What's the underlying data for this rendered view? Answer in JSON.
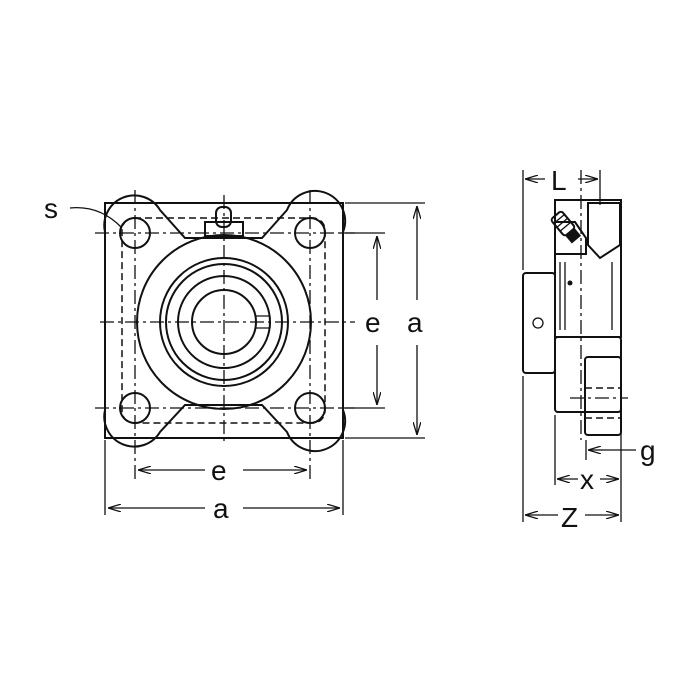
{
  "labels": {
    "bolt_hole": "s",
    "front_bolt_spacing_vertical": "e",
    "front_height": "a",
    "front_bolt_spacing_horizontal": "e",
    "front_width": "a",
    "side_L": "L",
    "side_g": "g",
    "side_x": "x",
    "side_Z": "Z"
  }
}
